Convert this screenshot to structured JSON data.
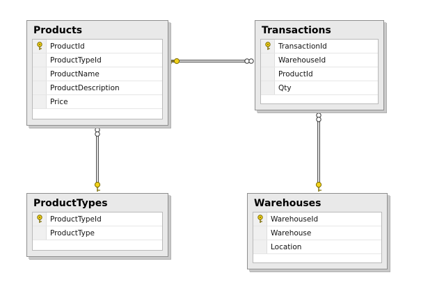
{
  "tables": [
    {
      "id": "products",
      "title": "Products",
      "columns": [
        {
          "name": "ProductId",
          "key": true
        },
        {
          "name": "ProductTypeId",
          "key": false
        },
        {
          "name": "ProductName",
          "key": false
        },
        {
          "name": "ProductDescription",
          "key": false
        },
        {
          "name": "Price",
          "key": false
        }
      ]
    },
    {
      "id": "transactions",
      "title": "Transactions",
      "columns": [
        {
          "name": "TransactionId",
          "key": true
        },
        {
          "name": "WarehouseId",
          "key": false
        },
        {
          "name": "ProductId",
          "key": false
        },
        {
          "name": "Qty",
          "key": false
        }
      ]
    },
    {
      "id": "producttypes",
      "title": "ProductTypes",
      "columns": [
        {
          "name": "ProductTypeId",
          "key": true
        },
        {
          "name": "ProductType",
          "key": false
        }
      ]
    },
    {
      "id": "warehouses",
      "title": "Warehouses",
      "columns": [
        {
          "name": "WarehouseId",
          "key": true
        },
        {
          "name": "Warehouse",
          "key": false
        },
        {
          "name": "Location",
          "key": false
        }
      ]
    }
  ],
  "relationships": [
    {
      "from": "Products",
      "to": "Transactions",
      "one_end": "Products",
      "many_end": "Transactions"
    },
    {
      "from": "ProductTypes",
      "to": "Products",
      "one_end": "ProductTypes",
      "many_end": "Products"
    },
    {
      "from": "Warehouses",
      "to": "Transactions",
      "one_end": "Warehouses",
      "many_end": "Transactions"
    }
  ],
  "colors": {
    "key_icon": "#f2d21b",
    "key_icon_outline": "#7a6a00",
    "line": "#555555",
    "line_fill": "#ffffff"
  }
}
